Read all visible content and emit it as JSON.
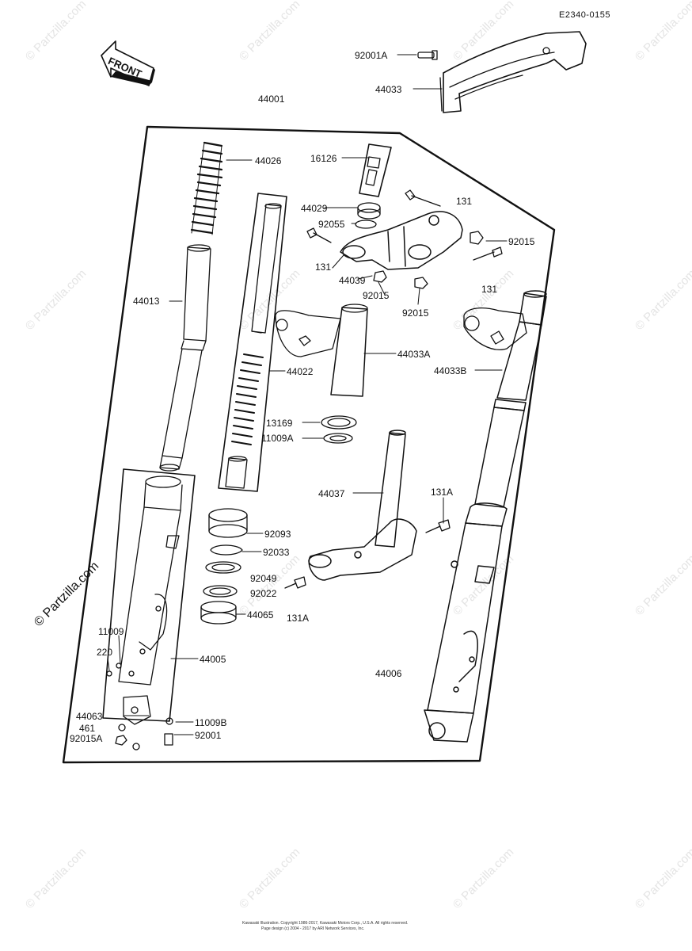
{
  "diagram": {
    "reference_code": "E2340-0155",
    "front_arrow_label": "FRONT",
    "watermark_text": "© Partzilla.com",
    "side_watermark": "© Partzilla.com",
    "footer_line_1": "Kawasaki Illustration. Copyright 1986-2017, Kawasaki Motors Corp., U.S.A. All rights reserved.",
    "footer_line_2": "Page design (c) 2004 - 2017 by ARI Network Services, Inc.",
    "labels": {
      "p92001A_top": "92001A",
      "p44033": "44033",
      "p44001": "44001",
      "p44026": "44026",
      "p16126": "16126",
      "p44029": "44029",
      "p131_a": "131",
      "p92055": "92055",
      "p92015_a": "92015",
      "p131_b": "131",
      "p44039": "44039",
      "p92015_b": "92015",
      "p92015_c": "92015",
      "p131_c": "131",
      "p44013": "44013",
      "p44022": "44022",
      "p44033A": "44033A",
      "p44033B": "44033B",
      "p13169": "13169",
      "p11009A": "11009A",
      "p44037": "44037",
      "p131A_a": "131A",
      "p92093": "92093",
      "p92033": "92033",
      "p92049": "92049",
      "p92022": "92022",
      "p44065": "44065",
      "p131A_b": "131A",
      "p11009": "11009",
      "p220": "220",
      "p44005": "44005",
      "p44006": "44006",
      "p44063": "44063",
      "p461": "461",
      "p92015A": "92015A",
      "p11009B": "11009B",
      "p92001": "92001"
    }
  },
  "colors": {
    "ink": "#111111",
    "watermark": "#e4e4e4",
    "paper": "#ffffff"
  }
}
